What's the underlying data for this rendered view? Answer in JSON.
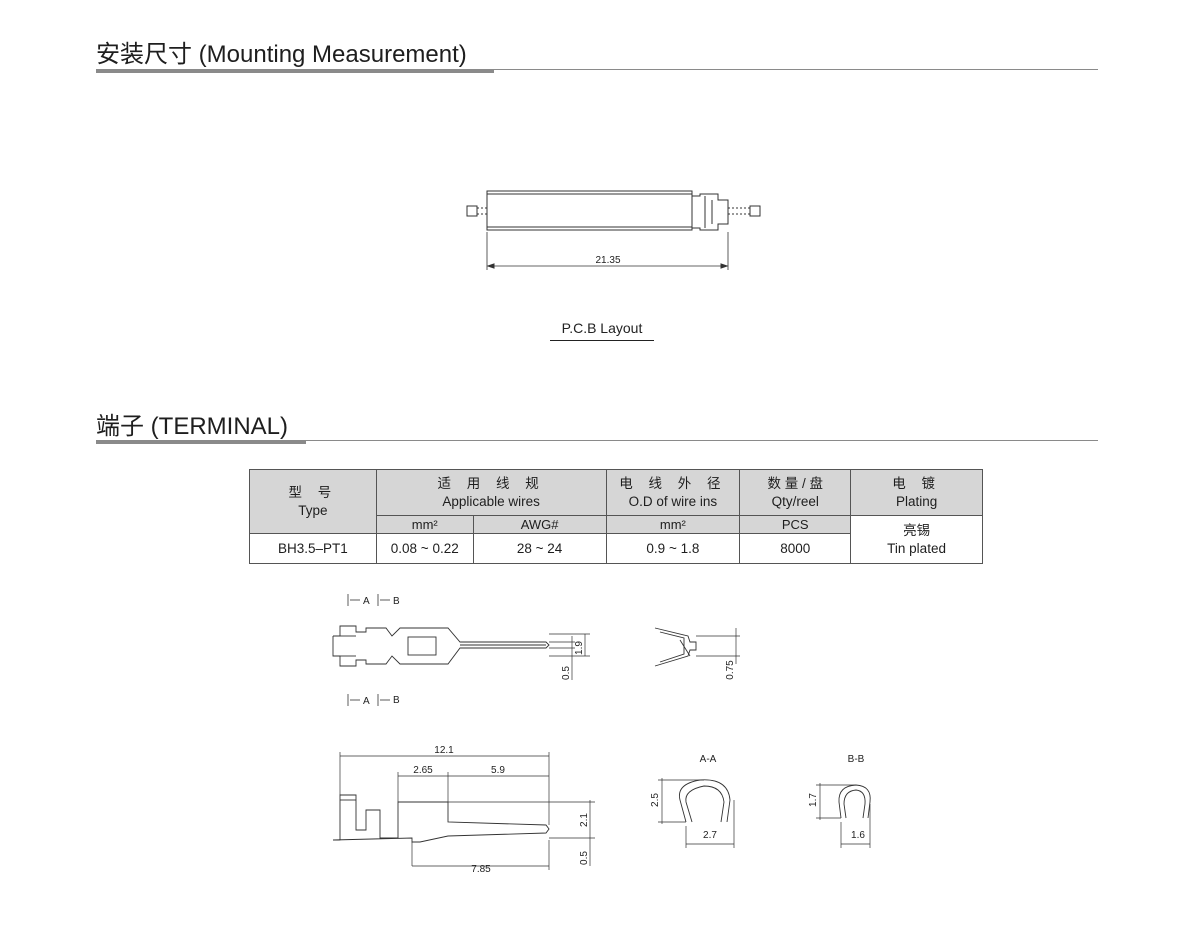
{
  "sections": {
    "mounting": {
      "title": "安装尺寸  (Mounting Measurement)"
    },
    "terminal": {
      "title": "端子 (TERMINAL)"
    }
  },
  "pcb": {
    "dimension": "21.35",
    "caption": "P.C.B Layout"
  },
  "table": {
    "headers": {
      "type_cn": "型 号",
      "type_en": "Type",
      "wires_cn": "适 用 线 规",
      "wires_en": "Applicable wires",
      "od_cn": "电 线 外 径",
      "od_en": "O.D of wire ins",
      "qty_cn": "数 量 / 盘",
      "qty_en": "Qty/reel",
      "plating_cn": "电 镀",
      "plating_en": "Plating"
    },
    "subheaders": {
      "mm2": "mm²",
      "awg": "AWG#",
      "od_unit": "mm²",
      "pcs": "PCS"
    },
    "row": {
      "type": "BH3.5–PT1",
      "mm2": "0.08 ~ 0.22",
      "awg": "28 ~ 24",
      "od": "0.9 ~ 1.8",
      "qty": "8000",
      "plating_cn": "亮锡",
      "plating_en": "Tin plated"
    }
  },
  "terminal_drawings": {
    "section_marks": {
      "a": "A",
      "b": "B"
    },
    "top_view": {
      "dim_height": "1.9",
      "dim_pin": "0.5"
    },
    "end_view": {
      "dim": "0.75"
    },
    "side_view": {
      "overall": "12.1",
      "d1": "2.65",
      "d2": "5.9",
      "d3": "2.1",
      "d4": "0.5",
      "bottom": "7.85"
    },
    "section_aa": {
      "label": "A-A",
      "height": "2.5",
      "width": "2.7"
    },
    "section_bb": {
      "label": "B-B",
      "height": "1.7",
      "width": "1.6"
    }
  }
}
